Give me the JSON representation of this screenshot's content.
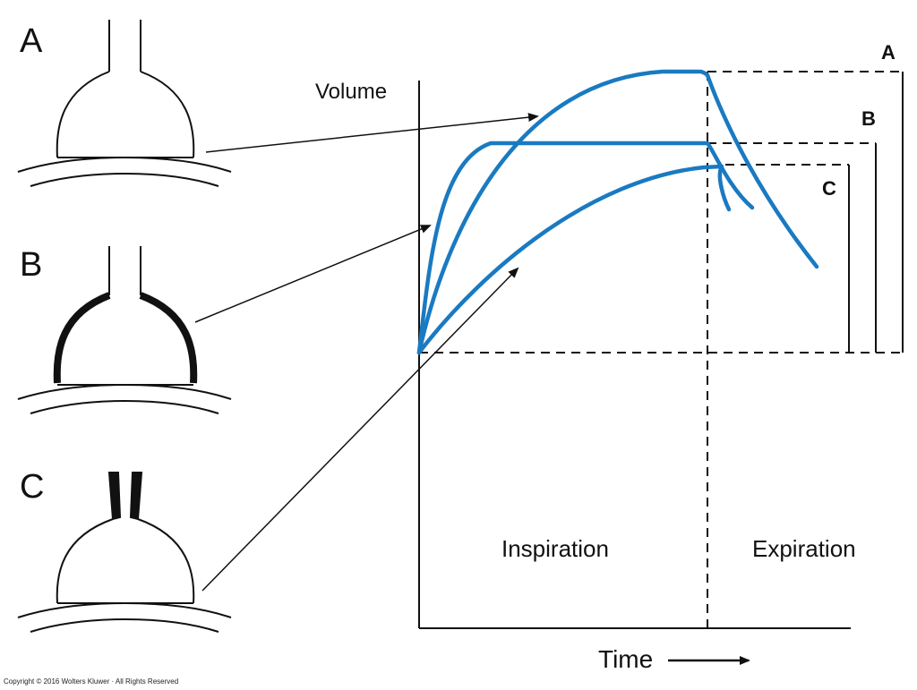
{
  "panels": [
    {
      "letter": "A",
      "variant": "normal"
    },
    {
      "letter": "B",
      "variant": "thick-wall"
    },
    {
      "letter": "C",
      "variant": "narrow-airway"
    }
  ],
  "graph": {
    "y_label": "Volume",
    "x_label": "Time",
    "phase_inspiration": "Inspiration",
    "phase_expiration": "Expiration",
    "bracket_labels": [
      "A",
      "B",
      "C"
    ]
  },
  "colors": {
    "curve": "#1a7ac1",
    "ink": "#111111"
  },
  "copyright": "Copyright © 2016 Wolters Kluwer · All Rights Reserved"
}
